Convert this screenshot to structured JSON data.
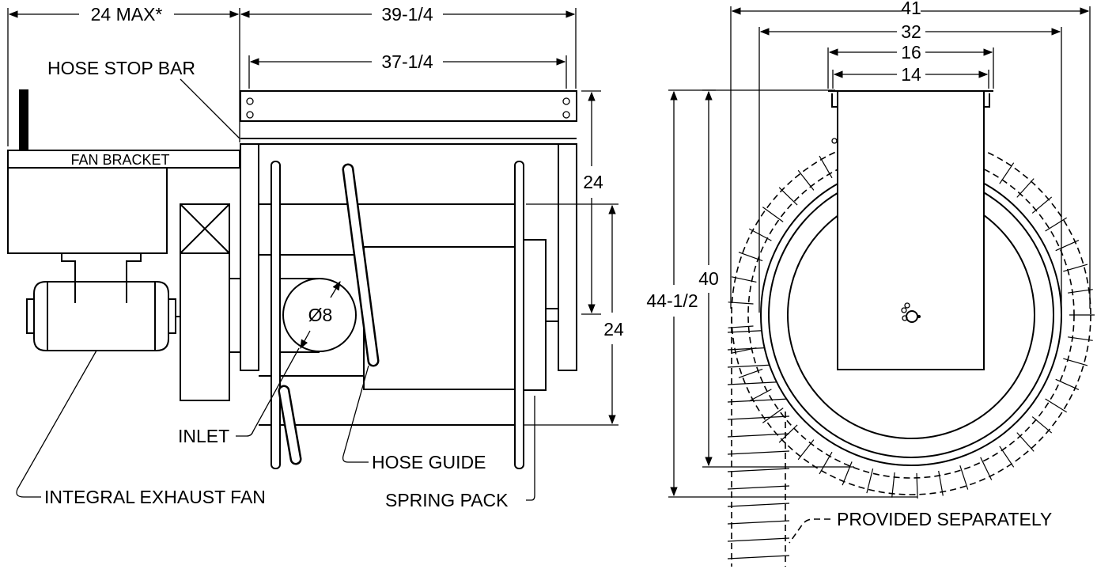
{
  "dimensions": {
    "max_offset": "24 MAX*",
    "overall_width": "39-1/4",
    "inner_width": "37-1/4",
    "frame_height": "24",
    "drum_height": "24",
    "inlet_diameter": "Ø8",
    "overall_diameter": "41",
    "drum_diameter": "32",
    "stand_outer": "16",
    "stand_inner": "14",
    "total_height": "44-1/2",
    "stand_height": "40"
  },
  "labels": {
    "hose_stop_bar": "HOSE STOP BAR",
    "fan_bracket": "FAN BRACKET",
    "inlet": "INLET",
    "hose_guide": "HOSE GUIDE",
    "integral_exhaust_fan": "INTEGRAL EXHAUST FAN",
    "spring_pack": "SPRING PACK",
    "provided_separately": "PROVIDED SEPARATELY"
  }
}
